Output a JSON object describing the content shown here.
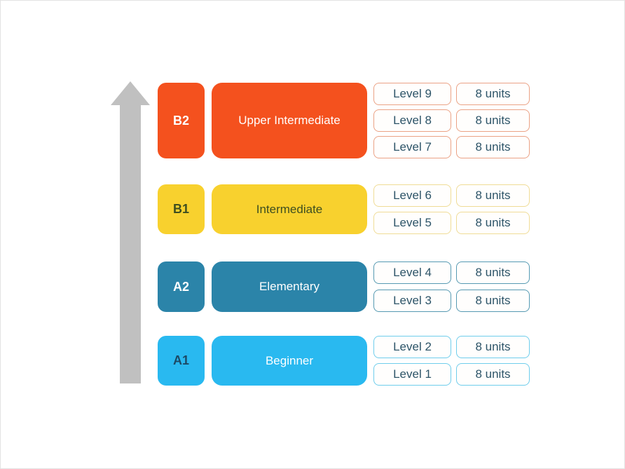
{
  "diagram": {
    "description": "Language course CEFR level ladder",
    "arrow": {
      "color": "#C0C0C0"
    },
    "level_text_color": "#2D5468",
    "rows": [
      {
        "code": "B2",
        "name": "Upper Intermediate",
        "block_color": "#F4511E",
        "code_text_color": "#FFFFFF",
        "name_text_color": "#FFFFFF",
        "outline_color": "#EBA285",
        "levels": [
          {
            "label": "Level 9",
            "units": "8 units"
          },
          {
            "label": "Level 8",
            "units": "8 units"
          },
          {
            "label": "Level 7",
            "units": "8 units"
          }
        ]
      },
      {
        "code": "B1",
        "name": "Intermediate",
        "block_color": "#F8D12E",
        "code_text_color": "#3E4E20",
        "name_text_color": "#3E4E20",
        "outline_color": "#F0DC96",
        "levels": [
          {
            "label": "Level 6",
            "units": "8 units"
          },
          {
            "label": "Level 5",
            "units": "8 units"
          }
        ]
      },
      {
        "code": "A2",
        "name": "Elementary",
        "block_color": "#2B84A9",
        "code_text_color": "#FFFFFF",
        "name_text_color": "#FFFFFF",
        "outline_color": "#569AB2",
        "levels": [
          {
            "label": "Level 4",
            "units": "8 units"
          },
          {
            "label": "Level 3",
            "units": "8 units"
          }
        ]
      },
      {
        "code": "A1",
        "name": "Beginner",
        "block_color": "#29B9F0",
        "code_text_color": "#1C4A66",
        "name_text_color": "#FFFFFF",
        "outline_color": "#6FCDEC",
        "levels": [
          {
            "label": "Level 2",
            "units": "8 units"
          },
          {
            "label": "Level 1",
            "units": "8 units"
          }
        ]
      }
    ]
  }
}
